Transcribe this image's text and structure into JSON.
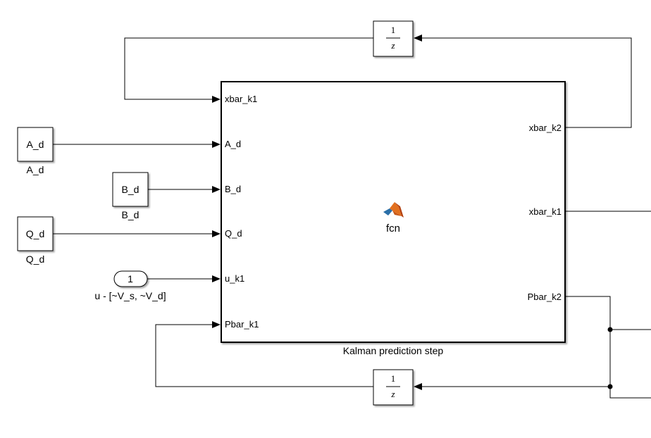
{
  "main_block": {
    "function_name": "fcn",
    "caption": "Kalman prediction step",
    "inputs": [
      "xbar_k1",
      "A_d",
      "B_d",
      "Q_d",
      "u_k1",
      "Pbar_k1"
    ],
    "outputs": [
      "xbar_k2",
      "xbar_k1",
      "Pbar_k2"
    ],
    "icon": "matlab-logo-icon"
  },
  "constants": [
    {
      "value": "A_d",
      "caption": "A_d"
    },
    {
      "value": "B_d",
      "caption": "B_d"
    },
    {
      "value": "Q_d",
      "caption": "Q_d"
    }
  ],
  "inport": {
    "number": "1",
    "caption": "u - [~V_s, ~V_d]"
  },
  "unit_delays": [
    {
      "numerator": "1",
      "denominator": "z"
    },
    {
      "numerator": "1",
      "denominator": "z"
    }
  ]
}
